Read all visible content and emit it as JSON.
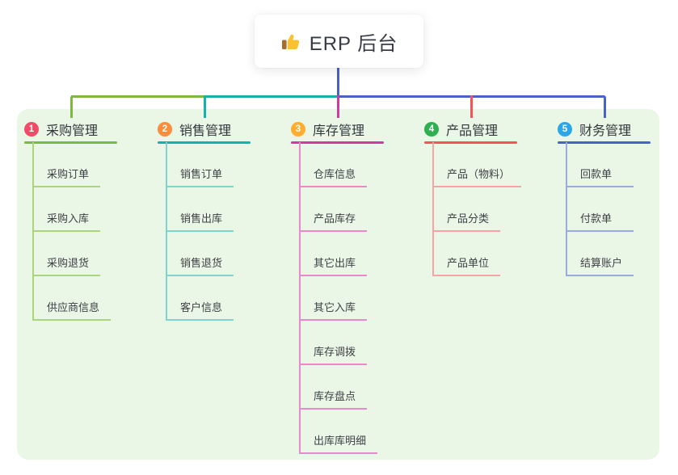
{
  "root": {
    "title": "ERP 后台",
    "icon": "thumbs-up-icon"
  },
  "colors": {
    "page_bg": "#ffffff",
    "panel_bg": "#eaf6e6",
    "card_bg": "#ffffff",
    "root_line": "#4a60c8",
    "title_text": "#383c42",
    "header_text": "#33373d",
    "child_text": "#3e4146",
    "thumb_yellow": "#f9c22e",
    "thumb_cuff": "#a96b2c"
  },
  "branches": [
    {
      "number": "1",
      "label": "采购管理",
      "badge_color": "#f24b6a",
      "line_color": "#7cb93e",
      "light_line_color": "#a9d67c",
      "children": [
        "采购订单",
        "采购入库",
        "采购退货",
        "供应商信息"
      ]
    },
    {
      "number": "2",
      "label": "销售管理",
      "badge_color": "#fa8d3c",
      "line_color": "#14b3a9",
      "light_line_color": "#7fd4cd",
      "children": [
        "销售订单",
        "销售出库",
        "销售退货",
        "客户信息"
      ]
    },
    {
      "number": "3",
      "label": "库存管理",
      "badge_color": "#ffad2e",
      "line_color": "#d23a9d",
      "light_line_color": "#ec87cb",
      "children": [
        "仓库信息",
        "产品库存",
        "其它出库",
        "其它入库",
        "库存调拨",
        "库存盘点",
        "出库库明细"
      ]
    },
    {
      "number": "4",
      "label": "产品管理",
      "badge_color": "#2eaf52",
      "line_color": "#f25458",
      "light_line_color": "#f7a3a5",
      "children": [
        "产品（物料）",
        "产品分类",
        "产品单位"
      ]
    },
    {
      "number": "5",
      "label": "财务管理",
      "badge_color": "#2ba6e6",
      "line_color": "#4763c5",
      "light_line_color": "#9aabe0",
      "children": [
        "回款单",
        "付款单",
        "结算账户"
      ]
    }
  ]
}
